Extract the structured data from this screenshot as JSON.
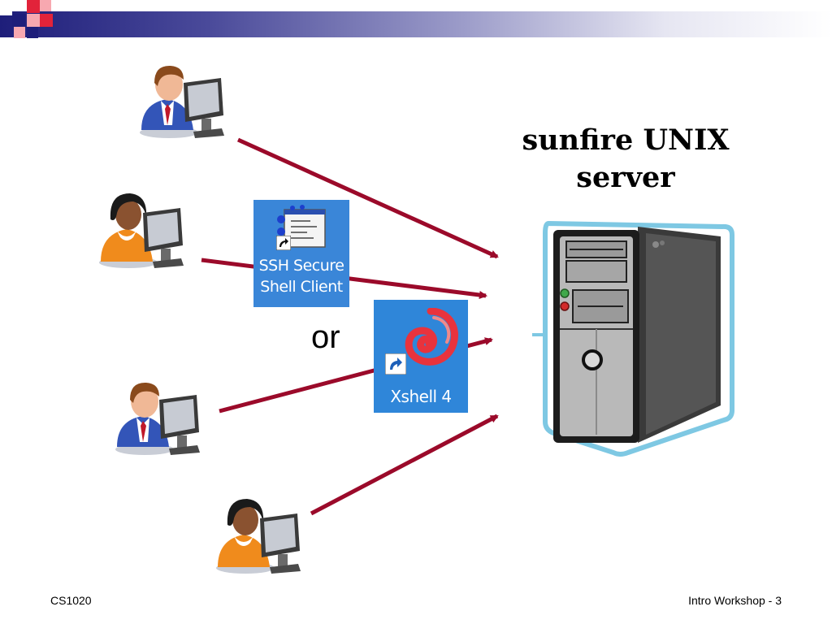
{
  "slide": {
    "title_line1": "sunfire UNIX",
    "title_line2": "server",
    "or_label": "or",
    "footer_left": "CS1020",
    "footer_right": "Intro Workshop - 3"
  },
  "apps": {
    "ssh_line1": "SSH Secure",
    "ssh_line2": "Shell Client",
    "xshell": "Xshell 4"
  },
  "colors": {
    "arrow": "#9b0a2a",
    "header_dark": "#1e1e7a",
    "server_outline": "#7ec8e3",
    "icon_bg": "#3a86d8"
  }
}
